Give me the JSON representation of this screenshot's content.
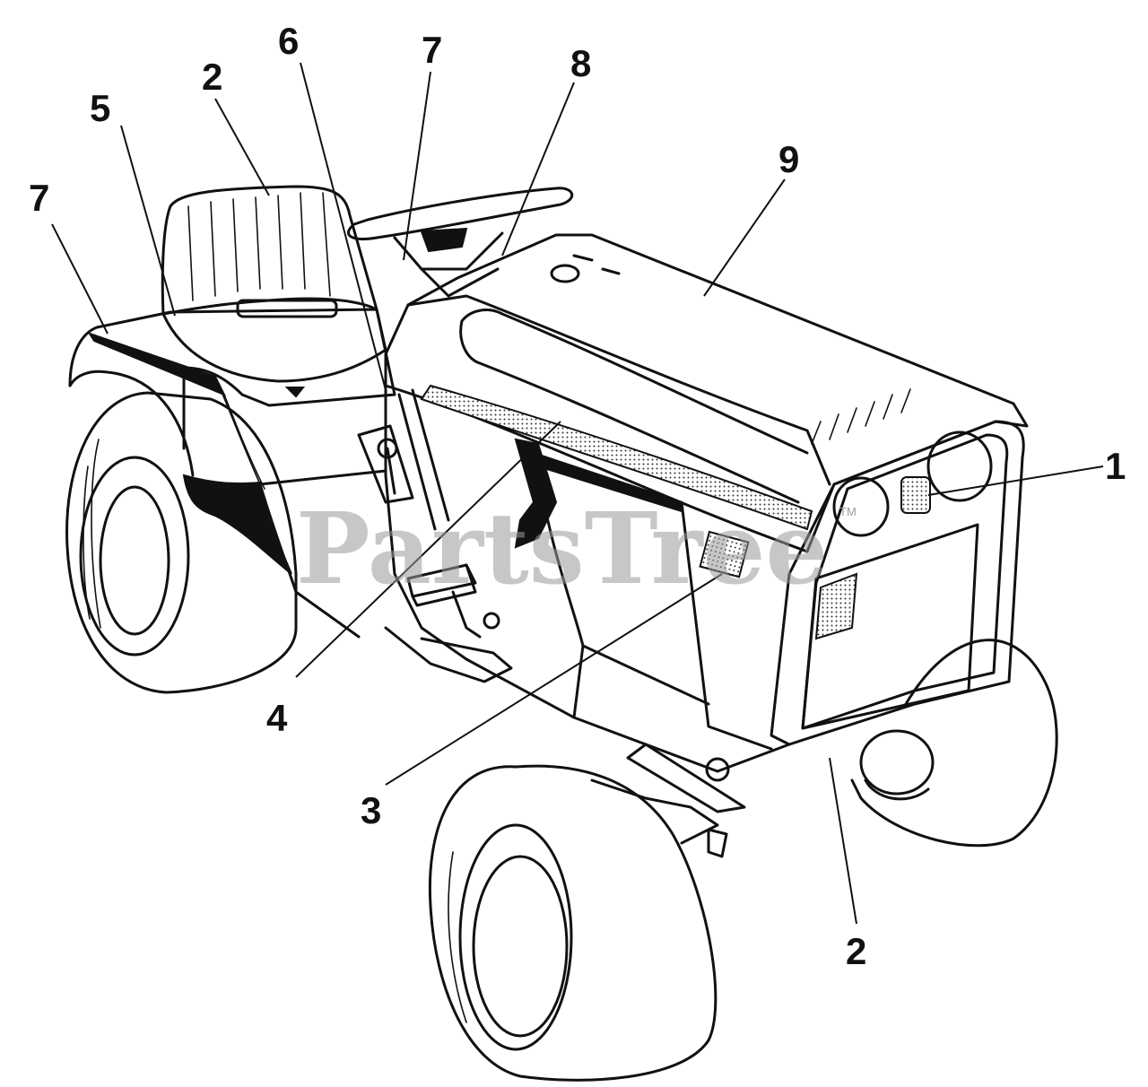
{
  "diagram": {
    "watermark": "PartsTree",
    "watermark_mark": "TM",
    "callouts": [
      "1",
      "2",
      "2",
      "3",
      "4",
      "5",
      "6",
      "7",
      "7",
      "8",
      "9"
    ]
  }
}
